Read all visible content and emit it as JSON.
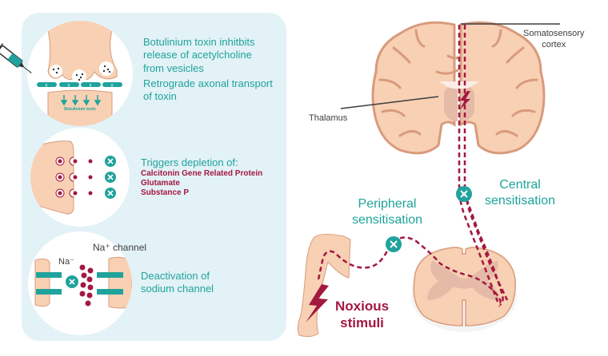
{
  "colors": {
    "panel_bg": "#e3f2f7",
    "teal": "#1fa39c",
    "crimson": "#a3183f",
    "skin": "#f8d0b4",
    "skin_outline": "#d89b7c",
    "label_dark": "#3d3d3d"
  },
  "left_panel": {
    "step1": {
      "line1": "Botulinium toxin inhitbits",
      "line2": "release of acetylcholine",
      "line3": "from vesicles",
      "line4": "Retrograde axonal transport",
      "line5": "of toxin",
      "inset_label": "Botulinium toxin",
      "icons": [
        "syringe-icon",
        "vesicle-icon",
        "down-arrow-icon",
        "receptor-block-icon"
      ]
    },
    "step2": {
      "heading": "Triggers depletion of:",
      "items": [
        "Calcitonin Gene Related Protein",
        "Glutamate",
        "Substance P"
      ],
      "icons": [
        "vesicle-icon",
        "blocked-x-icon"
      ]
    },
    "step3": {
      "channel_label": "Na⁺ channel",
      "ion_label": "Na⁻",
      "line1": "Deactivation of",
      "line2": "sodium channel",
      "icons": [
        "sodium-channel-icon",
        "blocked-x-icon",
        "ion-dot-icon"
      ]
    }
  },
  "right_diagram": {
    "somatosensory_line1": "Somatosensory",
    "somatosensory_line2": "cortex",
    "thalamus": "Thalamus",
    "central_line1": "Central",
    "central_line2": "sensitisation",
    "peripheral_line1": "Peripheral",
    "peripheral_line2": "sensitisation",
    "noxious_line1": "Noxious",
    "noxious_line2": "stimuli",
    "icons": [
      "brain-icon",
      "spinal-cord-icon",
      "leg-icon",
      "lightning-icon",
      "blocked-x-icon"
    ]
  }
}
